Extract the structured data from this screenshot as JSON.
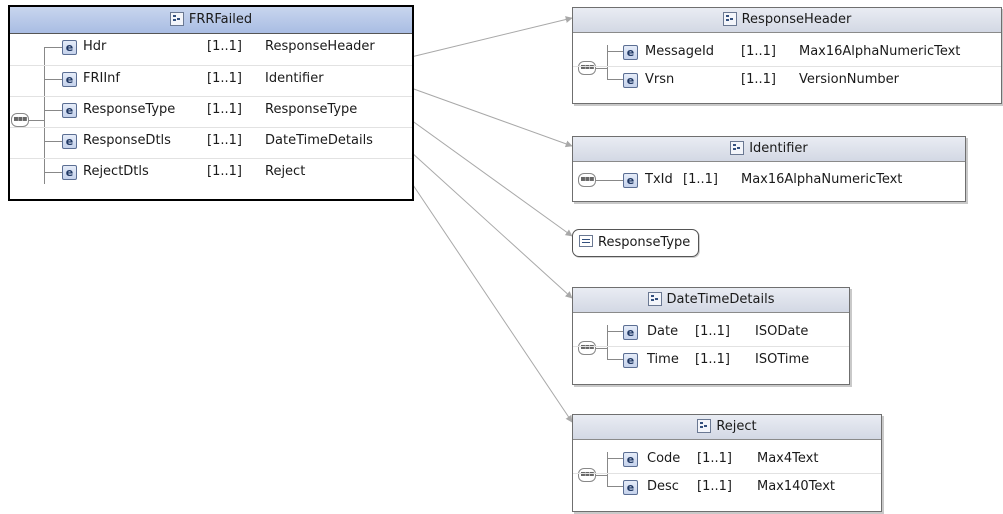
{
  "root": {
    "title": "FRRFailed",
    "elements": [
      {
        "name": "Hdr",
        "cardinality": "[1..1]",
        "type": "ResponseHeader"
      },
      {
        "name": "FRIInf",
        "cardinality": "[1..1]",
        "type": "Identifier"
      },
      {
        "name": "ResponseType",
        "cardinality": "[1..1]",
        "type": "ResponseType"
      },
      {
        "name": "ResponseDtls",
        "cardinality": "[1..1]",
        "type": "DateTimeDetails"
      },
      {
        "name": "RejectDtls",
        "cardinality": "[1..1]",
        "type": "Reject"
      }
    ]
  },
  "types": {
    "response_header": {
      "title": "ResponseHeader",
      "elements": [
        {
          "name": "MessageId",
          "cardinality": "[1..1]",
          "type": "Max16AlphaNumericText"
        },
        {
          "name": "Vrsn",
          "cardinality": "[1..1]",
          "type": "VersionNumber"
        }
      ]
    },
    "identifier": {
      "title": "Identifier",
      "elements": [
        {
          "name": "TxId",
          "cardinality": "[1..1]",
          "type": "Max16AlphaNumericText"
        }
      ]
    },
    "response_type": {
      "title": "ResponseType"
    },
    "date_time_details": {
      "title": "DateTimeDetails",
      "elements": [
        {
          "name": "Date",
          "cardinality": "[1..1]",
          "type": "ISODate"
        },
        {
          "name": "Time",
          "cardinality": "[1..1]",
          "type": "ISOTime"
        }
      ]
    },
    "reject": {
      "title": "Reject",
      "elements": [
        {
          "name": "Code",
          "cardinality": "[1..1]",
          "type": "Max4Text"
        },
        {
          "name": "Desc",
          "cardinality": "[1..1]",
          "type": "Max140Text"
        }
      ]
    }
  },
  "sequence_glyph": "▪▪▪",
  "element_icon_letter": "e",
  "icons": {
    "complex_type": "complex-type-icon",
    "simple_type": "simple-type-icon",
    "element": "element-icon",
    "sequence": "sequence-compositor-icon"
  },
  "colors": {
    "main_header": "#a9bde3",
    "type_header": "#d3d8e4",
    "connector": "#a8a8a8"
  }
}
